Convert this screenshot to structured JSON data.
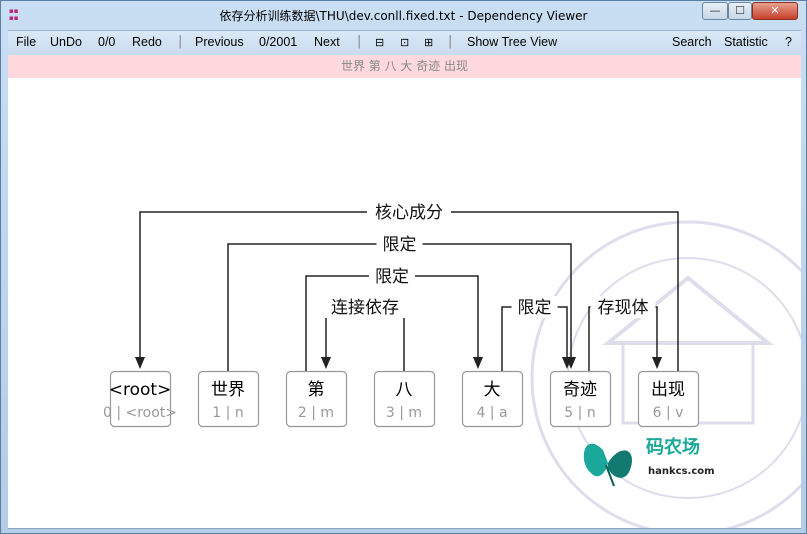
{
  "window": {
    "title": "依存分析训练数据\\THU\\dev.conll.fixed.txt - Dependency Viewer",
    "minimize": "—",
    "maximize": "☐",
    "close": "✕"
  },
  "menu": {
    "file": "File",
    "undo": "UnDo",
    "undo_count": "0/0",
    "redo": "Redo",
    "previous": "Previous",
    "position": "0/2001",
    "next": "Next",
    "layout1": "⊟",
    "layout2": "⊡",
    "layout3": "⊞",
    "show_tree_view": "Show Tree View",
    "search": "Search",
    "statistic": "Statistic",
    "help": "?"
  },
  "sentence": "世界 第 八 大 奇迹 出现",
  "tokens": [
    {
      "word": "<root>",
      "info": "0 | <root>"
    },
    {
      "word": "世界",
      "info": "1 | n"
    },
    {
      "word": "第",
      "info": "2 | m"
    },
    {
      "word": "八",
      "info": "3 | m"
    },
    {
      "word": "大",
      "info": "4 | a"
    },
    {
      "word": "奇迹",
      "info": "5 | n"
    },
    {
      "word": "出现",
      "info": "6 | v"
    }
  ],
  "arcs": [
    {
      "label": "核心成分",
      "head": 6,
      "dep": 0
    },
    {
      "label": "限定",
      "head": 1,
      "dep": 5
    },
    {
      "label": "限定",
      "head": 2,
      "dep": 4
    },
    {
      "label": "连接依存",
      "head": 3,
      "dep": 2
    },
    {
      "label": "限定",
      "head": 4,
      "dep": 5
    },
    {
      "label": "存现体",
      "head": 5,
      "dep": 6
    }
  ],
  "watermark": {
    "brand": "码农场",
    "site": "hankcs.com"
  },
  "colors": {
    "menu_bg": "#c9dbee",
    "sentence_bg": "#ffd9de",
    "arc": "#222222",
    "token_border": "#999999",
    "token_info": "#999999",
    "brand": "#1aa89a"
  }
}
